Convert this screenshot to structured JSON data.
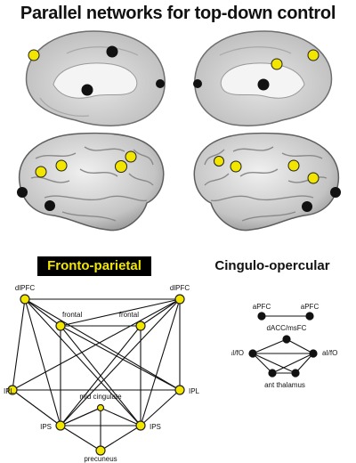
{
  "title": "Parallel networks for top-down control",
  "colors": {
    "fronto_parietal": "#f2e600",
    "cingulo_opercular": "#111111",
    "brain": "#c8c8c8",
    "label_bg": "#000000"
  },
  "fronto_parietal": {
    "label": "Fronto-parietal",
    "nodes": [
      {
        "id": "dlpfc_l",
        "label": "dlPFC"
      },
      {
        "id": "dlpfc_r",
        "label": "dlPFC"
      },
      {
        "id": "frontal_l",
        "label": "frontal"
      },
      {
        "id": "frontal_r",
        "label": "frontal"
      },
      {
        "id": "ipl_l",
        "label": "IPL"
      },
      {
        "id": "ipl_r",
        "label": "IPL"
      },
      {
        "id": "midcing",
        "label": "mid cingulate"
      },
      {
        "id": "ips_l",
        "label": "IPS"
      },
      {
        "id": "ips_r",
        "label": "IPS"
      },
      {
        "id": "precuneus",
        "label": "precuneus"
      }
    ],
    "edges": [
      [
        "dlpfc_l",
        "dlpfc_r"
      ],
      [
        "dlpfc_l",
        "frontal_l"
      ],
      [
        "dlpfc_l",
        "ipl_l"
      ],
      [
        "dlpfc_l",
        "ips_l"
      ],
      [
        "dlpfc_l",
        "ipl_r"
      ],
      [
        "dlpfc_l",
        "ips_r"
      ],
      [
        "dlpfc_r",
        "frontal_r"
      ],
      [
        "dlpfc_r",
        "frontal_l"
      ],
      [
        "dlpfc_r",
        "ipl_r"
      ],
      [
        "dlpfc_r",
        "ips_r"
      ],
      [
        "dlpfc_r",
        "ipl_l"
      ],
      [
        "dlpfc_r",
        "ips_l"
      ],
      [
        "frontal_l",
        "frontal_r"
      ],
      [
        "frontal_l",
        "ips_l"
      ],
      [
        "frontal_l",
        "ips_r"
      ],
      [
        "frontal_r",
        "ips_r"
      ],
      [
        "frontal_r",
        "ips_l"
      ],
      [
        "ipl_l",
        "ips_l"
      ],
      [
        "ipl_r",
        "ips_r"
      ],
      [
        "ipl_l",
        "ipl_r"
      ],
      [
        "ips_l",
        "ips_r"
      ],
      [
        "ips_l",
        "precuneus"
      ],
      [
        "ips_r",
        "precuneus"
      ],
      [
        "midcing",
        "ips_l"
      ],
      [
        "midcing",
        "ips_r"
      ],
      [
        "midcing",
        "precuneus"
      ],
      [
        "ips_l",
        "midcing"
      ],
      [
        "frontal_l",
        "ipl_r"
      ]
    ]
  },
  "cingulo_opercular": {
    "label": "Cingulo-opercular",
    "nodes": [
      {
        "id": "apfc_l",
        "label": "aPFC"
      },
      {
        "id": "apfc_r",
        "label": "aPFC"
      },
      {
        "id": "dacc",
        "label": "dACC/msFC"
      },
      {
        "id": "aifo_l",
        "label": "aI/fO"
      },
      {
        "id": "aifo_r",
        "label": "aI/fO"
      },
      {
        "id": "thal_l",
        "label": ""
      },
      {
        "id": "thal_r",
        "label": "ant thalamus"
      }
    ],
    "edges": [
      [
        "apfc_l",
        "apfc_r"
      ],
      [
        "dacc",
        "aifo_l"
      ],
      [
        "dacc",
        "aifo_r"
      ],
      [
        "aifo_l",
        "aifo_r"
      ],
      [
        "aifo_l",
        "thal_l"
      ],
      [
        "aifo_l",
        "thal_r"
      ],
      [
        "aifo_r",
        "thal_l"
      ],
      [
        "aifo_r",
        "thal_r"
      ],
      [
        "thal_l",
        "thal_r"
      ]
    ]
  }
}
